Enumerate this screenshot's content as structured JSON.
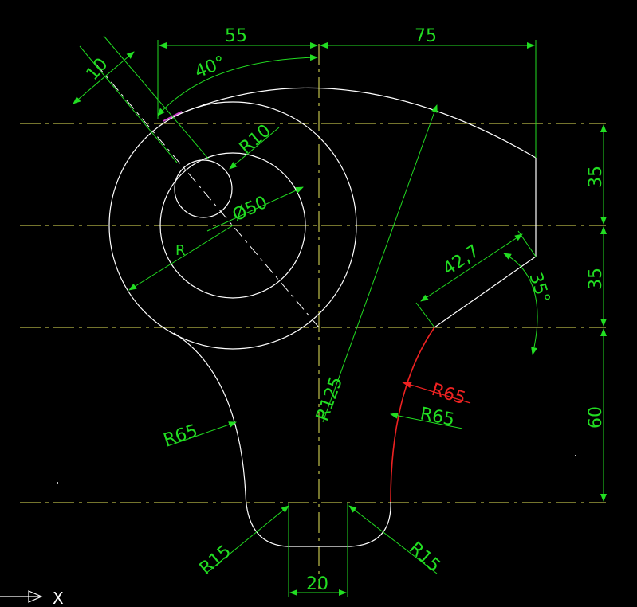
{
  "colors": {
    "background": "#000000",
    "geometry": "#ffffff",
    "centerline": "#e8e85a",
    "dimension": "#22dd22",
    "highlight": "#ee2222"
  },
  "dimensions": {
    "horizontal_left": "55",
    "horizontal_right": "75",
    "angle_top": "40°",
    "slot_width": "10",
    "radius_small_circle": "R10",
    "diameter_circle": "Ø50",
    "radius_label": "R",
    "vertical_top": "35",
    "vertical_middle": "35",
    "vertical_bottom": "60",
    "slant_length": "42,7",
    "angle_right": "35°",
    "radius_large": "R125",
    "radius_left_arc": "R65",
    "radius_right_arc_red": "R65",
    "radius_right_arc": "R65",
    "radius_fillet_left": "R15",
    "radius_fillet_right": "R15",
    "bottom_width": "20"
  },
  "ucs": {
    "x_label": "X"
  }
}
